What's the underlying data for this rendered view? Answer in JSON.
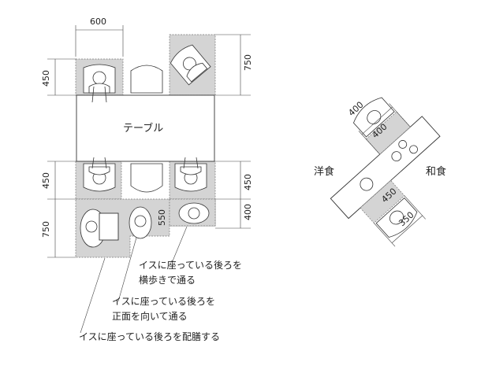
{
  "dimensions": {
    "top_width": "600",
    "left_upper": "450",
    "left_lower_a": "450",
    "left_lower_b": "750",
    "right_upper": "750",
    "right_lower_a": "450",
    "right_lower_b": "400",
    "gap_small": "550"
  },
  "table_label": "テーブル",
  "notes": {
    "note1_line1": "イスに座っている後ろを",
    "note1_line2": "横歩きで通る",
    "note2_line1": "イスに座っている後ろを",
    "note2_line2": "正面を向いて通る",
    "note3": "イスに座っている後ろを配膳する"
  },
  "counter": {
    "label_western": "洋食",
    "label_japanese": "和食",
    "dim_a": "400",
    "dim_b": "400",
    "dim_c": "450",
    "dim_d": "350"
  }
}
